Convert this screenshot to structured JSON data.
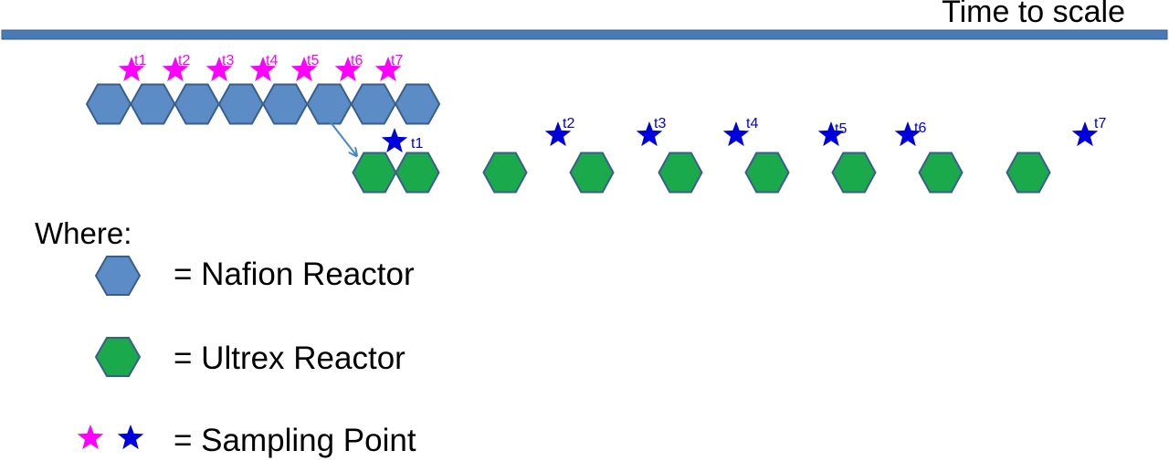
{
  "header": {
    "time_label": "Time to scale"
  },
  "colors": {
    "nafion": "#5b8cc6",
    "ultrex": "#1aaa4b",
    "hex_stroke": "#3a5e8c",
    "bar": "#4a7ab5",
    "star_nafion": "#ff00ff",
    "star_ultrex": "#0000dd",
    "arrow": "#4a86c5"
  },
  "nafion_row": {
    "reactor_count": 8,
    "sampling_labels": [
      "t1",
      "t2",
      "t3",
      "t4",
      "t5",
      "t6",
      "t7"
    ]
  },
  "ultrex_row": {
    "reactor_count": 9,
    "sampling_labels": [
      "t1",
      "t2",
      "t3",
      "t4",
      "t5",
      "t6",
      "t7"
    ]
  },
  "legend": {
    "title": "Where:",
    "items": [
      {
        "icon": "blue-hexagon-icon",
        "text": "= Nafion Reactor"
      },
      {
        "icon": "green-hexagon-icon",
        "text": "= Ultrex Reactor"
      },
      {
        "icon": "star-icons",
        "text": "= Sampling Point"
      }
    ]
  }
}
